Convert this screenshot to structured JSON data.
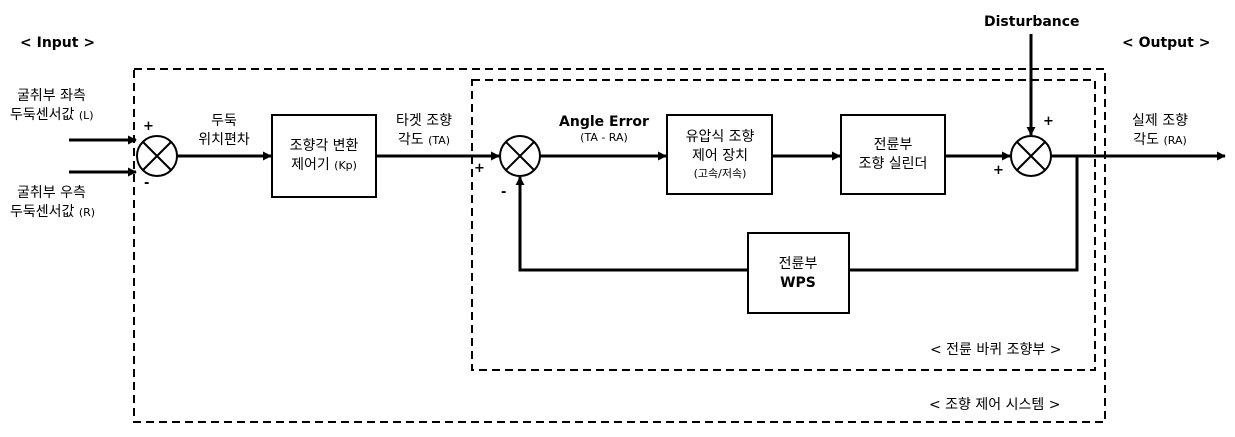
{
  "labels": {
    "input_section": "< Input >",
    "output_section": "< Output >",
    "disturbance": "Disturbance",
    "left_input": {
      "line1": "굴취부 좌측",
      "line2": "두둑센서값",
      "sub": "(L)"
    },
    "right_input": {
      "line1": "굴취부 우측",
      "line2": "두둑센서값",
      "sub": "(R)"
    },
    "position_error": {
      "line1": "두둑",
      "line2": "위치편차"
    },
    "target_angle": {
      "line1": "타겟 조향",
      "line2": "각도",
      "sub": "(TA)"
    },
    "angle_error": {
      "line1": "Angle Error",
      "sub": "(TA - RA)"
    },
    "actual_angle": {
      "line1": "실제 조향",
      "line2": "각도",
      "sub": "(RA)"
    },
    "inner_system": "< 전륜 바퀴 조향부 >",
    "outer_system": "< 조향 제어 시스템 >"
  },
  "blocks": {
    "converter": {
      "line1": "조향각 변환",
      "line2": "제어기",
      "sub": "(Kp)"
    },
    "hydraulic": {
      "line1": "유압식 조향",
      "line2": "제어 장치",
      "sub": "(고속/저속)"
    },
    "cylinder": {
      "line1": "전륜부",
      "line2": "조향 실린더"
    },
    "wps": {
      "line1": "전륜부",
      "line2": "WPS"
    }
  },
  "signs": {
    "sum1_plus": "+",
    "sum1_minus": "-",
    "sum2_plus": "+",
    "sum2_minus": "-",
    "sum3_plus_top": "+",
    "sum3_plus_left": "+"
  }
}
